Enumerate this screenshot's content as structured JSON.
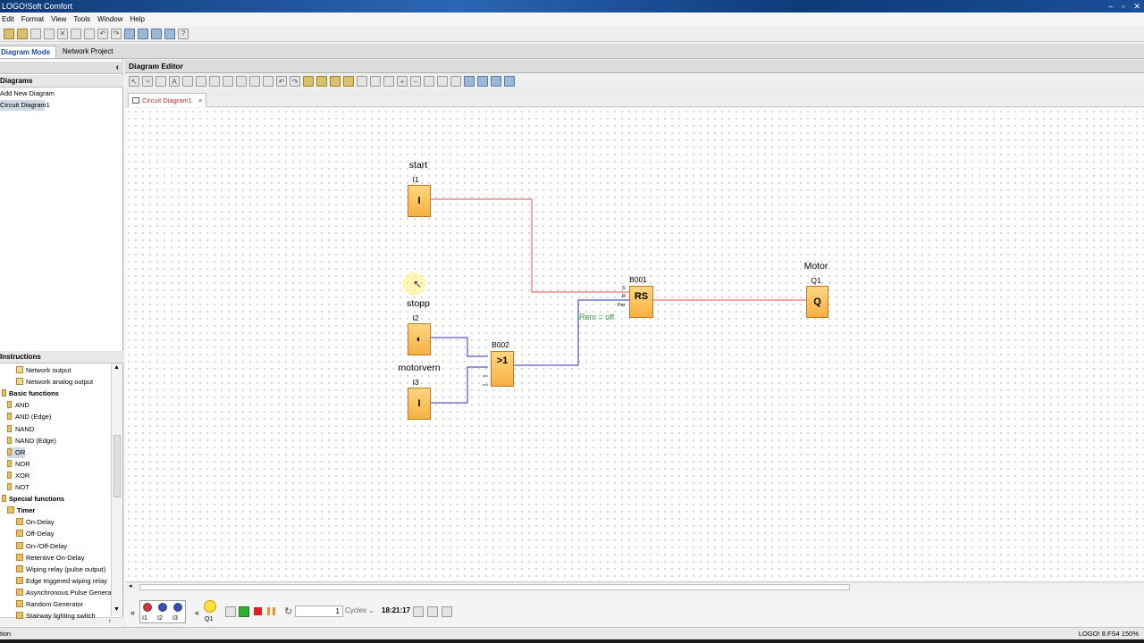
{
  "window": {
    "title": "LOGO!Soft Comfort"
  },
  "menu": [
    "Edit",
    "Format",
    "View",
    "Tools",
    "Window",
    "Help"
  ],
  "mode_tabs": {
    "diagram": "Diagram Mode",
    "network": "Network Project"
  },
  "left": {
    "collapse": "‹",
    "diagrams_header": "Diagrams",
    "add_new": "Add New Diagram",
    "circuit": "Circuit Diagram1",
    "instructions_header": "Instructions",
    "items": [
      {
        "label": "Network output",
        "group": "io"
      },
      {
        "label": "Network analog output",
        "group": "io"
      },
      {
        "label": "Basic functions",
        "group": "header"
      },
      {
        "label": "AND",
        "group": "basic"
      },
      {
        "label": "AND (Edge)",
        "group": "basic"
      },
      {
        "label": "NAND",
        "group": "basic"
      },
      {
        "label": "NAND (Edge)",
        "group": "basic"
      },
      {
        "label": "OR",
        "group": "basic",
        "selected": true
      },
      {
        "label": "NOR",
        "group": "basic"
      },
      {
        "label": "XOR",
        "group": "basic"
      },
      {
        "label": "NOT",
        "group": "basic"
      },
      {
        "label": "Special functions",
        "group": "header"
      },
      {
        "label": "Timer",
        "group": "subheader"
      },
      {
        "label": "On-Delay",
        "group": "timer"
      },
      {
        "label": "Off-Delay",
        "group": "timer"
      },
      {
        "label": "On-/Off-Delay",
        "group": "timer"
      },
      {
        "label": "Retentive On-Delay",
        "group": "timer"
      },
      {
        "label": "Wiping relay (pulse output)",
        "group": "timer"
      },
      {
        "label": "Edge triggered wiping relay",
        "group": "timer"
      },
      {
        "label": "Asynchronous Pulse Genera",
        "group": "timer"
      },
      {
        "label": "Random Generator",
        "group": "timer"
      },
      {
        "label": "Stairway lighting switch",
        "group": "timer"
      }
    ]
  },
  "editor": {
    "header": "Diagram Editor",
    "doc_tab": "Circuit Diagram1",
    "close": "×"
  },
  "diagram": {
    "blocks": [
      {
        "id": "I1",
        "name": "start",
        "symbol": "I"
      },
      {
        "id": "I2",
        "name": "stopp",
        "symbol": "◐"
      },
      {
        "id": "I3",
        "name": "motorvern",
        "symbol": "I"
      },
      {
        "id": "B002",
        "name": "",
        "symbol": ">1"
      },
      {
        "id": "B001",
        "name": "",
        "symbol": "RS",
        "pins": [
          "S",
          "R",
          "Par"
        ]
      },
      {
        "id": "Q1",
        "name": "Motor",
        "symbol": "Q"
      }
    ],
    "annotation": "Rem = off",
    "colors": {
      "active_wire": "#e05050",
      "inactive_wire": "#3030b0",
      "block_fill": "#f8c060"
    }
  },
  "sim": {
    "inputs": [
      "I1",
      "I2",
      "I3"
    ],
    "output": "Q1",
    "cycles_value": "1",
    "cycles_label": "Cycles",
    "time": "18:21:17"
  },
  "status": {
    "left": "tion",
    "right": "LOGO! 8.FS4 150%"
  }
}
